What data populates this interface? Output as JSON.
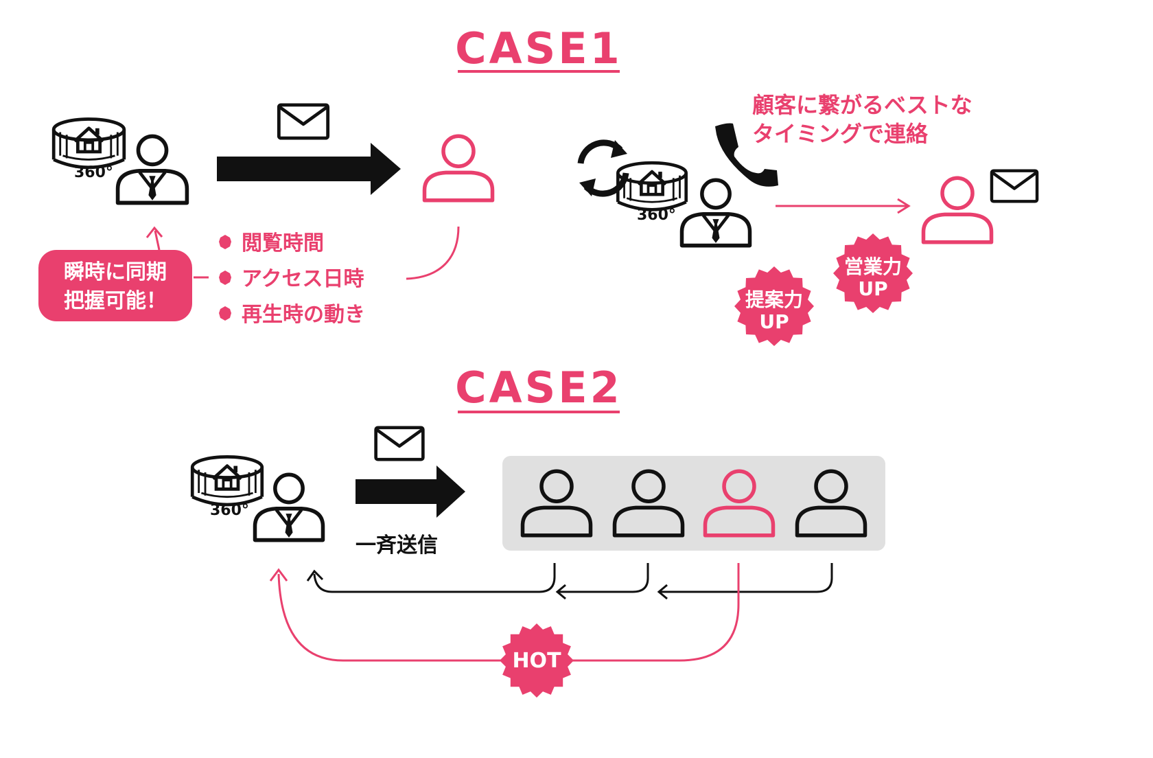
{
  "colors": {
    "accent": "#e9406e",
    "ink": "#111111",
    "panel": "#e0e0e0",
    "white": "#ffffff"
  },
  "case1": {
    "title": "CASE1",
    "tour_badge": "360°",
    "sync_bubble": {
      "line1": "瞬時に同期",
      "line2": "把握可能！"
    },
    "tracked_items": [
      "閲覧時間",
      "アクセス日時",
      "再生時の動き"
    ],
    "best_timing": {
      "line1": "顧客に繋がるベストな",
      "line2": "タイミングで連絡"
    },
    "badges": {
      "proposal": {
        "line1": "提案力",
        "line2": "UP"
      },
      "sales": {
        "line1": "営業力",
        "line2": "UP"
      }
    }
  },
  "case2": {
    "title": "CASE2",
    "tour_badge": "360°",
    "bulk_send_label": "一斉送信",
    "hot_badge": "HOT"
  },
  "icons": [
    "vr-360-icon",
    "house-icon",
    "salesperson-icon",
    "customer-icon",
    "envelope-icon",
    "phone-icon",
    "sync-icon"
  ]
}
